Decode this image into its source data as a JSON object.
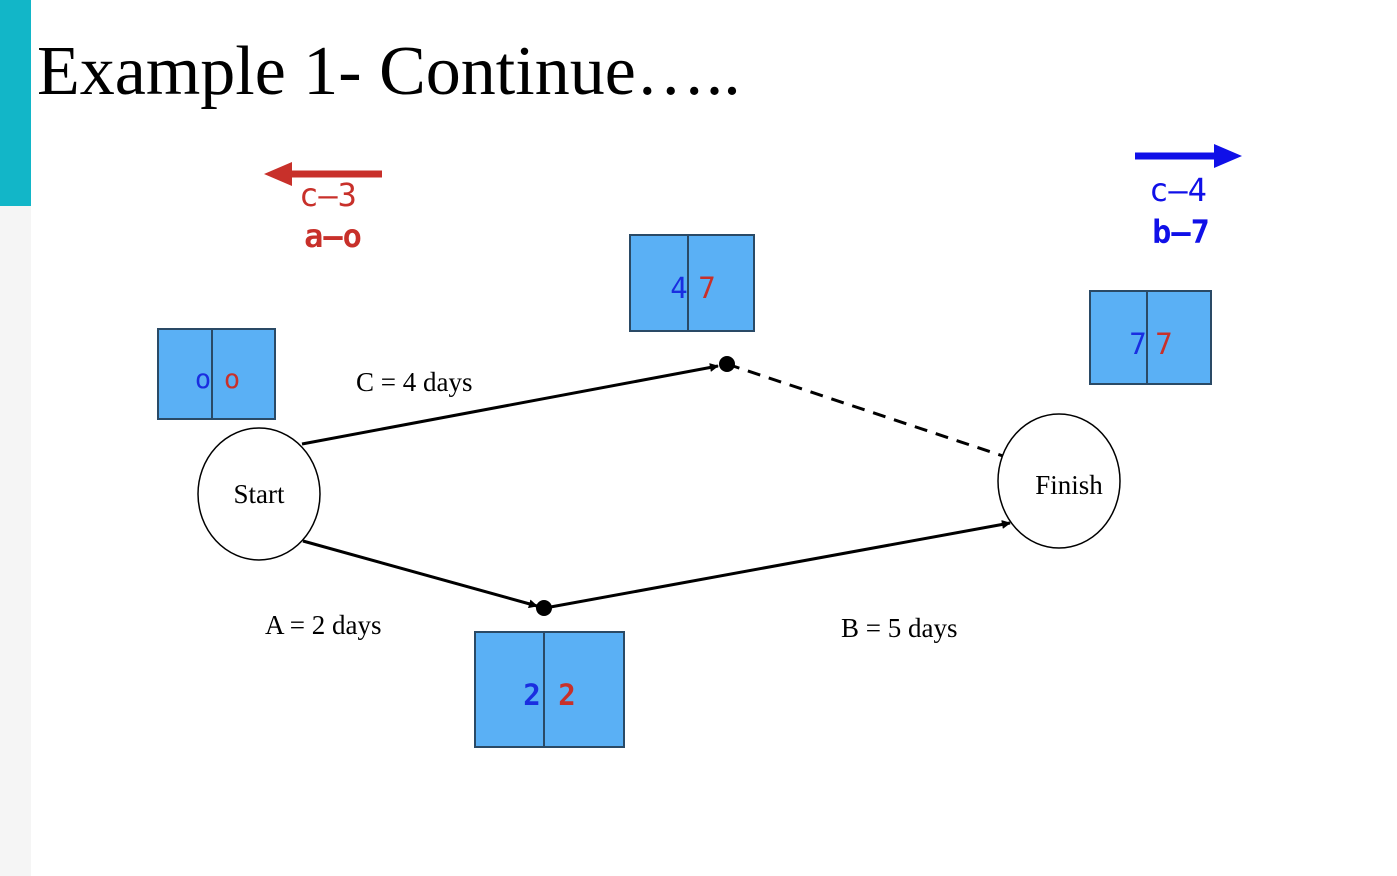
{
  "slide": {
    "title": "Example 1- Continue…..",
    "accent_color": "#12b6c8"
  },
  "legend": {
    "backward": {
      "direction": "left",
      "color": "#c8302a",
      "line1": "c—3",
      "line2": "a—o"
    },
    "forward": {
      "direction": "right",
      "color": "#1010e8",
      "line1": "c—4",
      "line2": "b—7"
    }
  },
  "nodes": {
    "start": "Start",
    "finish": "Finish"
  },
  "activities": {
    "c": "C = 4 days",
    "a": "A = 2 days",
    "b": "B = 5 days"
  },
  "time_boxes": {
    "start": {
      "early": "o",
      "late": "o"
    },
    "c_end": {
      "early": "4",
      "late": "7"
    },
    "a_end": {
      "early": "2",
      "late": "2"
    },
    "finish": {
      "early": "7",
      "late": "7"
    }
  },
  "colors": {
    "box_fill": "#5ab0f5",
    "box_border": "#2a4a66",
    "early_value": "#1a2ee0",
    "late_value": "#c8302a"
  }
}
